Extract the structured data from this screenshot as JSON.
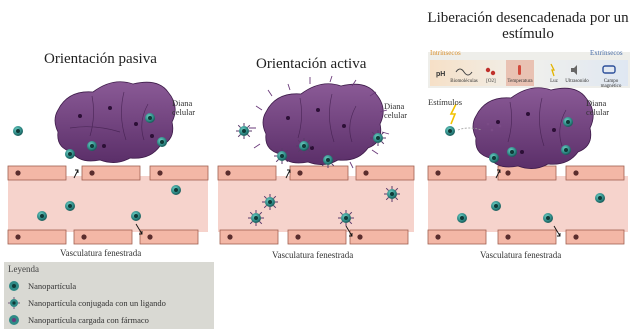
{
  "panels": {
    "passive": {
      "title": "Orientación pasiva",
      "target": "Diana celular",
      "vascular": "Vasculatura fenestrada"
    },
    "active": {
      "title": "Orientación activa",
      "target": "Diana celular",
      "vascular": "Vasculatura fenestrada"
    },
    "stimulus": {
      "title": "Liberación desencadenada por un estímulo",
      "target": "Diana celular",
      "vascular": "Vasculatura fenestrada",
      "stimuli_label": "Estímulos"
    }
  },
  "stimulus_bar": {
    "intrinsic_label": "Intrínsecos",
    "extrinsic_label": "Extrínsecos",
    "items": [
      "pH",
      "Biomoléculas",
      "[O2]",
      "Temperatura",
      "Luz",
      "Ultrasonido",
      "Campo magnético"
    ]
  },
  "legend": {
    "title": "Leyenda",
    "items": [
      {
        "label": "Nanopartícula",
        "icon": "nanoparticle-icon"
      },
      {
        "label": "Nanopartícula conjugada con un ligando",
        "icon": "ligand-nanoparticle-icon"
      },
      {
        "label": "Nanopartícula cargada con fármaco",
        "icon": "drug-nanoparticle-icon"
      }
    ]
  },
  "colors": {
    "cell": "#6b3a78",
    "vessel_band": "#f6d3cc",
    "vessel_cell": "#f3b7a6",
    "nanoparticle": "#2f8a86",
    "legend_bg": "#d9d9d3",
    "intrinsic_text": "#d9902e",
    "extrinsic_text": "#4a6ea8"
  }
}
